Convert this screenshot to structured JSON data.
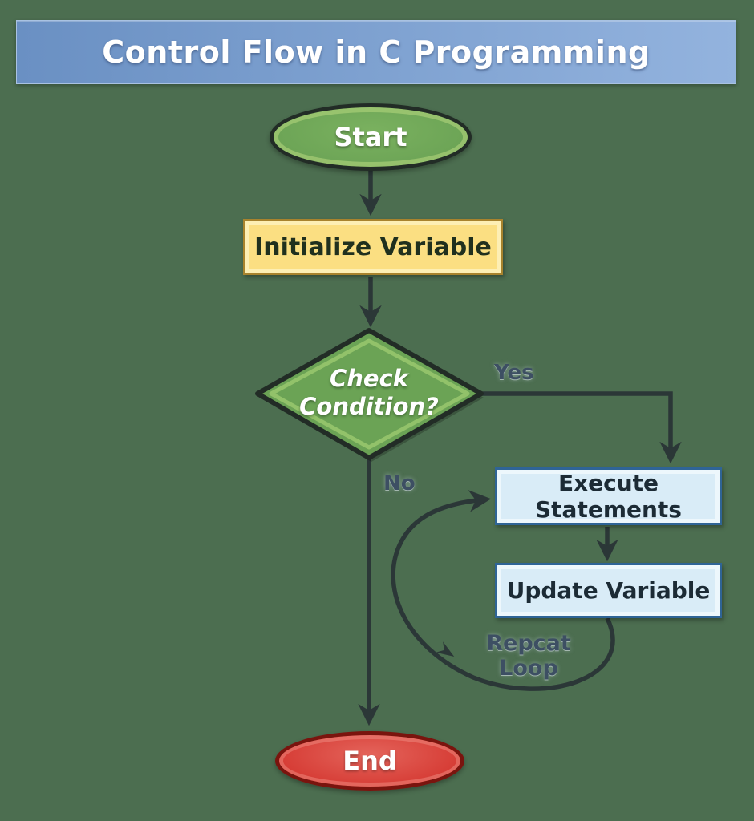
{
  "title": "Control Flow in C Programming",
  "nodes": {
    "start": {
      "label": "Start",
      "type": "terminator"
    },
    "init": {
      "label": "Initialize Variable",
      "type": "process"
    },
    "condition": {
      "label": "Check Condition?",
      "type": "decision"
    },
    "execute": {
      "label": "Execute Statements",
      "type": "process"
    },
    "update": {
      "label": "Update Variable",
      "type": "process"
    },
    "end": {
      "label": "End",
      "type": "terminator"
    }
  },
  "edges": {
    "yes_label": "Yes",
    "no_label": "No",
    "loop_label": "Repcat Loop"
  },
  "colors": {
    "background": "#4c6e50",
    "header-left": "#6a90c3",
    "header-right": "#93b3de",
    "header-text": "#ffffff",
    "green-fill": "#6ba355",
    "green-light": "#9cc96f",
    "shape-border-dark": "#222c26",
    "yellow-fill": "#fbdf82",
    "yellow-inner": "#fdefb4",
    "yellow-border": "#a8832d",
    "blue-fill": "#d9ecf7",
    "blue-inner": "#edf7fc",
    "blue-border": "#2f6496",
    "red-fill": "#d63c35",
    "red-border": "#7a140e",
    "arrow": "#2b3737",
    "edge-label": "#3d4f63",
    "dark-text": "#20301e",
    "blue-box-text": "#1c2b35"
  }
}
